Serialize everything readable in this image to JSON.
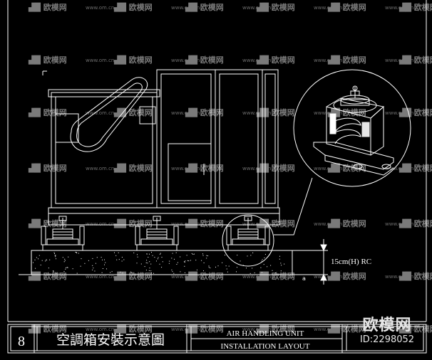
{
  "watermark": {
    "site": "www.om.cn",
    "brand": "欧模网"
  },
  "drawing": {
    "dimension_label": "15cm(H)  RC",
    "dim_marker": "a"
  },
  "title_block": {
    "sheet_number": "8",
    "chinese_title": "空調箱安裝示意圖",
    "english_title_line1": "AIR HANDLING UNIT",
    "english_title_line2": "INSTALLATION LAYOUT"
  },
  "corner_brand": {
    "brand": "欧模网",
    "id": "ID:2298052"
  },
  "colors": {
    "background": "#000000",
    "line": "#ffffff",
    "watermark": "#6b6b6b"
  }
}
